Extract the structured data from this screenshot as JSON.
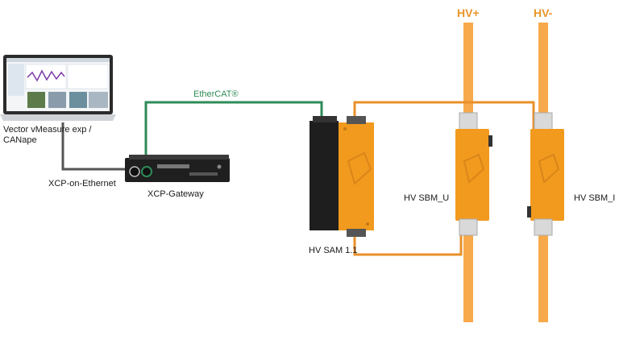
{
  "labels": {
    "laptop": "Vector vMeasure exp /",
    "laptop_line2": "CANape",
    "xcp_ethernet": "XCP-on-Ethernet",
    "gateway": "XCP-Gateway",
    "ethercat": "EtherCAT®",
    "hv_sam": "HV SAM 1.1",
    "hv_sbm_u": "HV SBM_U",
    "hv_sbm_l": "HV SBM_I",
    "hv_plus": "HV+",
    "hv_minus": "HV-"
  },
  "colors": {
    "orange_module": "#f29a1e",
    "orange_cable": "#f0a13a",
    "hv_cable": "#f7a94b",
    "ethercat_green": "#2e8b57",
    "ethernet_gray": "#555555",
    "module_black": "#1e1e1e"
  }
}
